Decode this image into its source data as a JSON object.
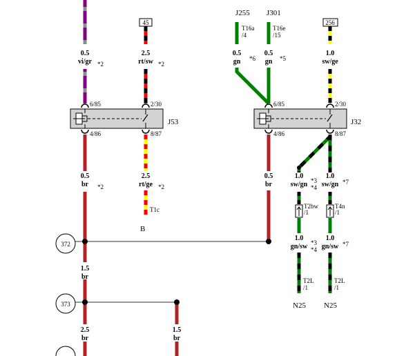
{
  "refs": {
    "j53": "J53",
    "j32": "J32",
    "j255": "J255",
    "j301": "J301",
    "n25a": "N25",
    "n25b": "N25",
    "b": "B"
  },
  "boxes": {
    "b45": "45",
    "b256": "256"
  },
  "connectors": {
    "t16a": "T16a",
    "t16a_pin": "/4",
    "t16e": "T16e",
    "t16e_pin": "/15",
    "t1c": "T1c",
    "t2bw": "T2bw",
    "t2bw_pin": "/1",
    "t4n": "T4n",
    "t4n_pin": "/1",
    "t2l_a": "T2L",
    "t2l_a_pin": "/1",
    "t2l_b": "T2L",
    "t2l_b_pin": "/1"
  },
  "pins": {
    "j53_685": "6/85",
    "j53_230": "2/30",
    "j53_486": "4/86",
    "j53_887": "8/87",
    "j32_685": "6/85",
    "j32_230": "2/30",
    "j32_486": "4/86",
    "j32_887": "8/87"
  },
  "wires": {
    "w1": {
      "size": "0.5",
      "color": "vi/gr",
      "note": "*2"
    },
    "w2": {
      "size": "2.5",
      "color": "rt/sw",
      "note": "*2"
    },
    "w3": {
      "size": "0.5",
      "color": "gn",
      "note": "*6"
    },
    "w4": {
      "size": "0.5",
      "color": "gn",
      "note": "*5"
    },
    "w5": {
      "size": "1.0",
      "color": "sw/ge"
    },
    "w6": {
      "size": "0.5",
      "color": "br",
      "note": "*2"
    },
    "w7": {
      "size": "2.5",
      "color": "rt/ge",
      "note": "*2"
    },
    "w8": {
      "size": "0.5",
      "color": "br"
    },
    "w9": {
      "size": "1.0",
      "color": "sw/gn",
      "note_a": "*3",
      "note_b": "*4"
    },
    "w10": {
      "size": "1.0",
      "color": "sw/gn",
      "note": "*7"
    },
    "w11": {
      "size": "1.0",
      "color": "gn/sw",
      "note_a": "*3",
      "note_b": "*4"
    },
    "w12": {
      "size": "1.0",
      "color": "gn/sw",
      "note": "*7"
    },
    "w13": {
      "size": "1.5",
      "color": "br"
    },
    "w14": {
      "size": "2.5",
      "color": "br"
    },
    "w15": {
      "size": "1.5",
      "color": "br"
    }
  },
  "nodes": {
    "n372": "372",
    "n373": "373"
  }
}
